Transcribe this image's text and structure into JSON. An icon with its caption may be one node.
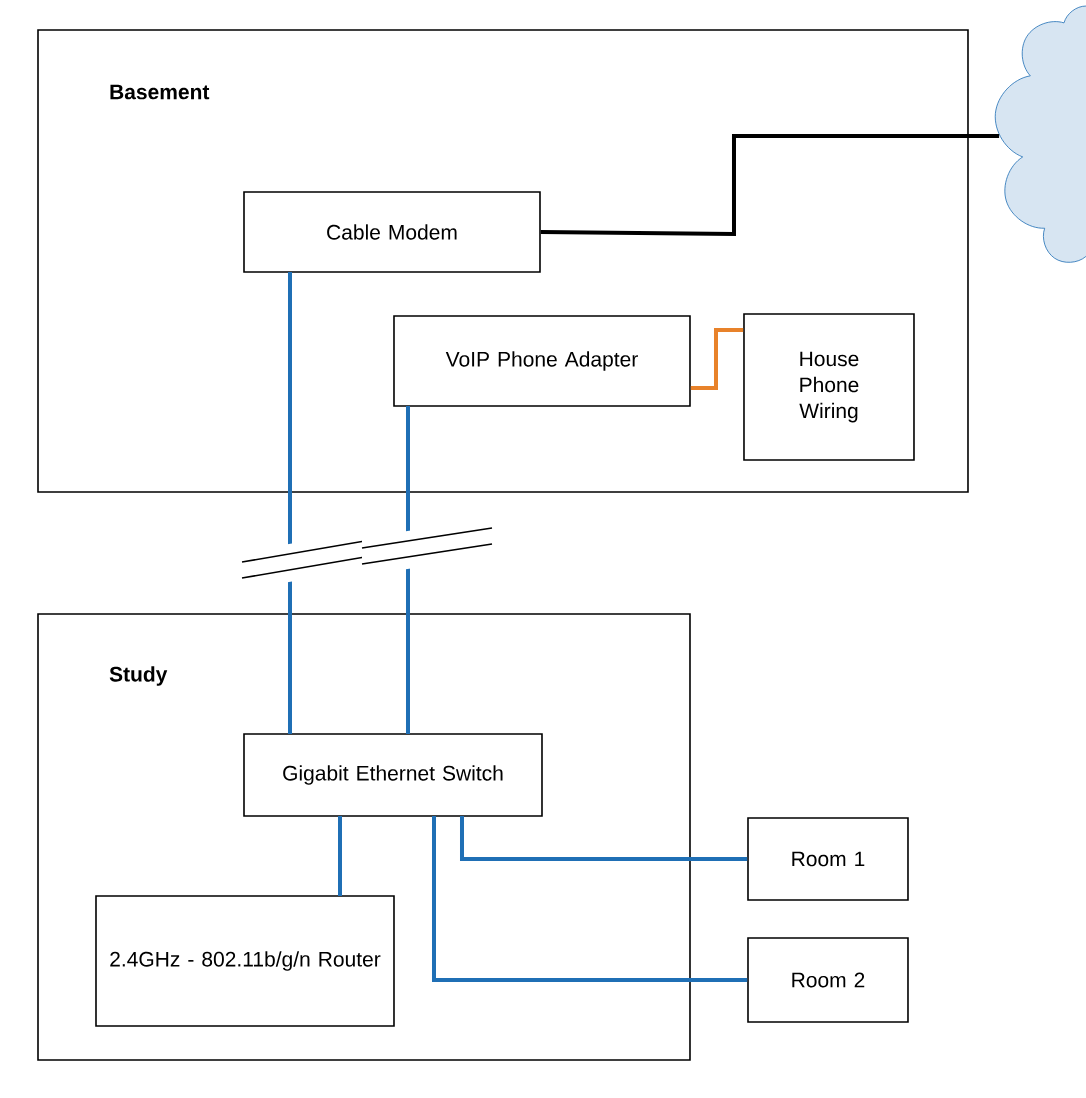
{
  "diagram": {
    "nodes": [
      {
        "text": [
          "Basement"
        ]
      },
      {
        "text": [
          "Cable Modem"
        ],
        "in": 0
      },
      {
        "text": [
          "VoIP Phone Adapter"
        ],
        "in": 0
      },
      {
        "text": [
          "House Phone Wiring"
        ],
        "in": 0
      },
      {
        "text": [],
        "shape": "cloud"
      },
      {
        "text": [
          "Study"
        ]
      },
      {
        "text": [
          "Gigabit Ethernet Switch"
        ],
        "in": 5
      },
      {
        "text": [
          "2.4GHz - 802.11b/g/n Router"
        ],
        "in": 5
      },
      {
        "text": [
          "Room 1"
        ]
      },
      {
        "text": [
          "Room 2"
        ]
      }
    ],
    "edges": [
      {
        "from": 1,
        "to": 4,
        "arrow": "none",
        "color": "#000000"
      },
      {
        "from": 2,
        "to": 3,
        "arrow": "none",
        "color": "#e8822a"
      },
      {
        "from": 1,
        "to": 6,
        "arrow": "none"
      },
      {
        "from": 2,
        "to": 6,
        "arrow": "none"
      },
      {
        "from": 6,
        "to": 7,
        "arrow": "none"
      },
      {
        "from": 6,
        "to": 8,
        "arrow": "none"
      },
      {
        "from": 6,
        "to": 9,
        "arrow": "none"
      }
    ]
  }
}
